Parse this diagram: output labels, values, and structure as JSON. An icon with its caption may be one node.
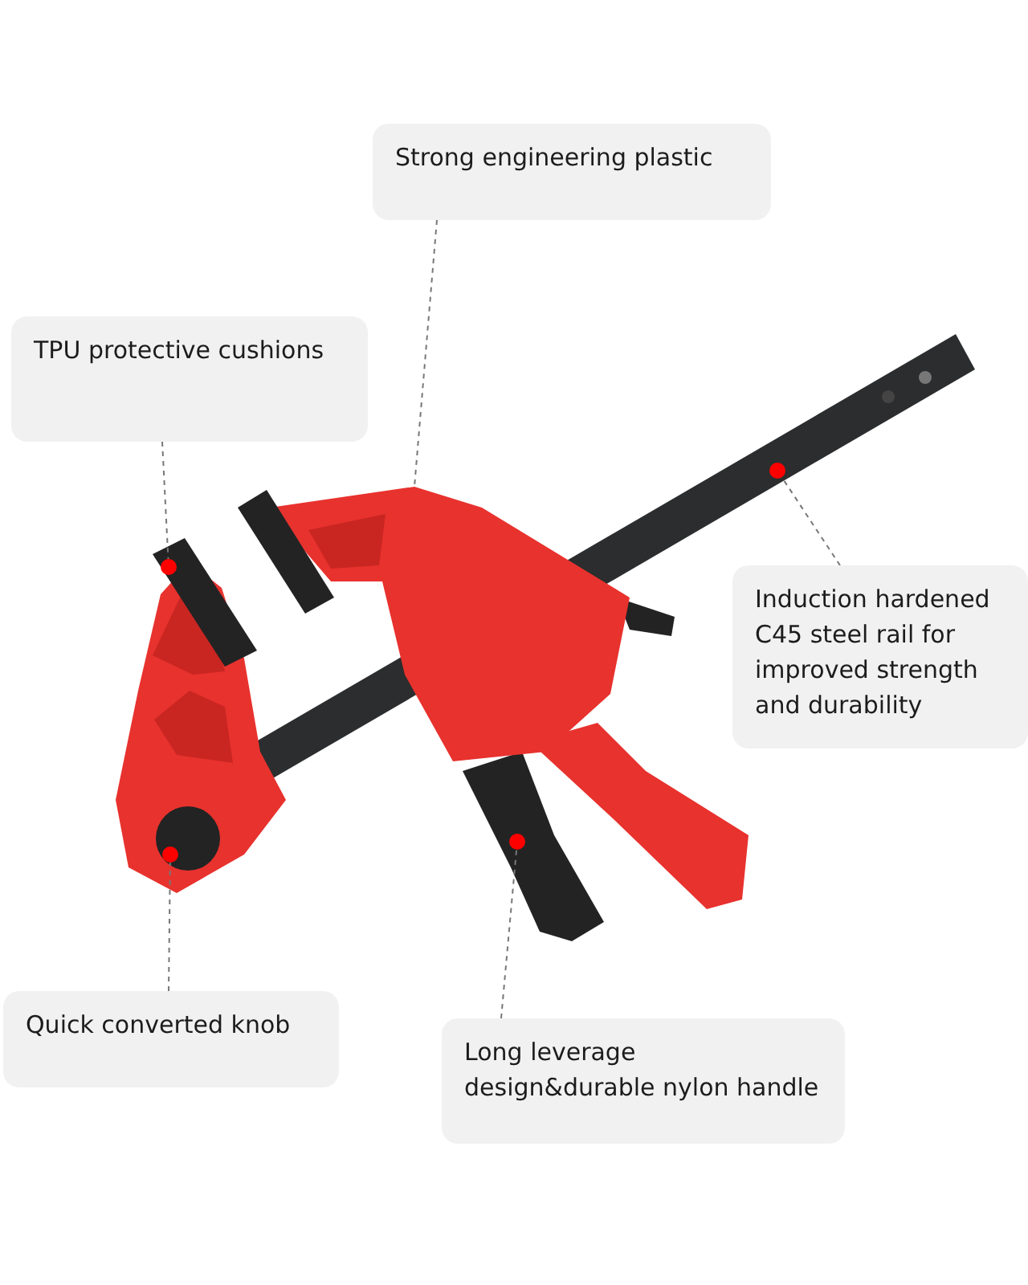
{
  "diagram": {
    "nodes": [
      {
        "text": [
          "Strong engineering plastic"
        ]
      },
      {
        "text": [
          "TPU protective cushions"
        ]
      },
      {
        "text": [
          "Induction hardened C45 steel rail for improved strength and durability"
        ]
      },
      {
        "text": [
          "Quick converted knob"
        ]
      },
      {
        "text": [
          "Long leverage design&durable nylon handle"
        ]
      },
      {
        "text": [],
        "shape": "circle"
      },
      {
        "text": [],
        "shape": "circle"
      },
      {
        "text": [],
        "shape": "circle"
      },
      {
        "text": [],
        "shape": "circle"
      }
    ],
    "edges": [
      {
        "from": 0,
        "to": null,
        "arrow": "none",
        "style": "dashed"
      },
      {
        "from": 1,
        "to": 5,
        "arrow": "none",
        "style": "dashed"
      },
      {
        "from": 2,
        "to": 6,
        "arrow": "none",
        "style": "dashed"
      },
      {
        "from": 3,
        "to": 7,
        "arrow": "none",
        "style": "dashed"
      },
      {
        "from": 4,
        "to": 8,
        "arrow": "none",
        "style": "dashed"
      }
    ]
  }
}
